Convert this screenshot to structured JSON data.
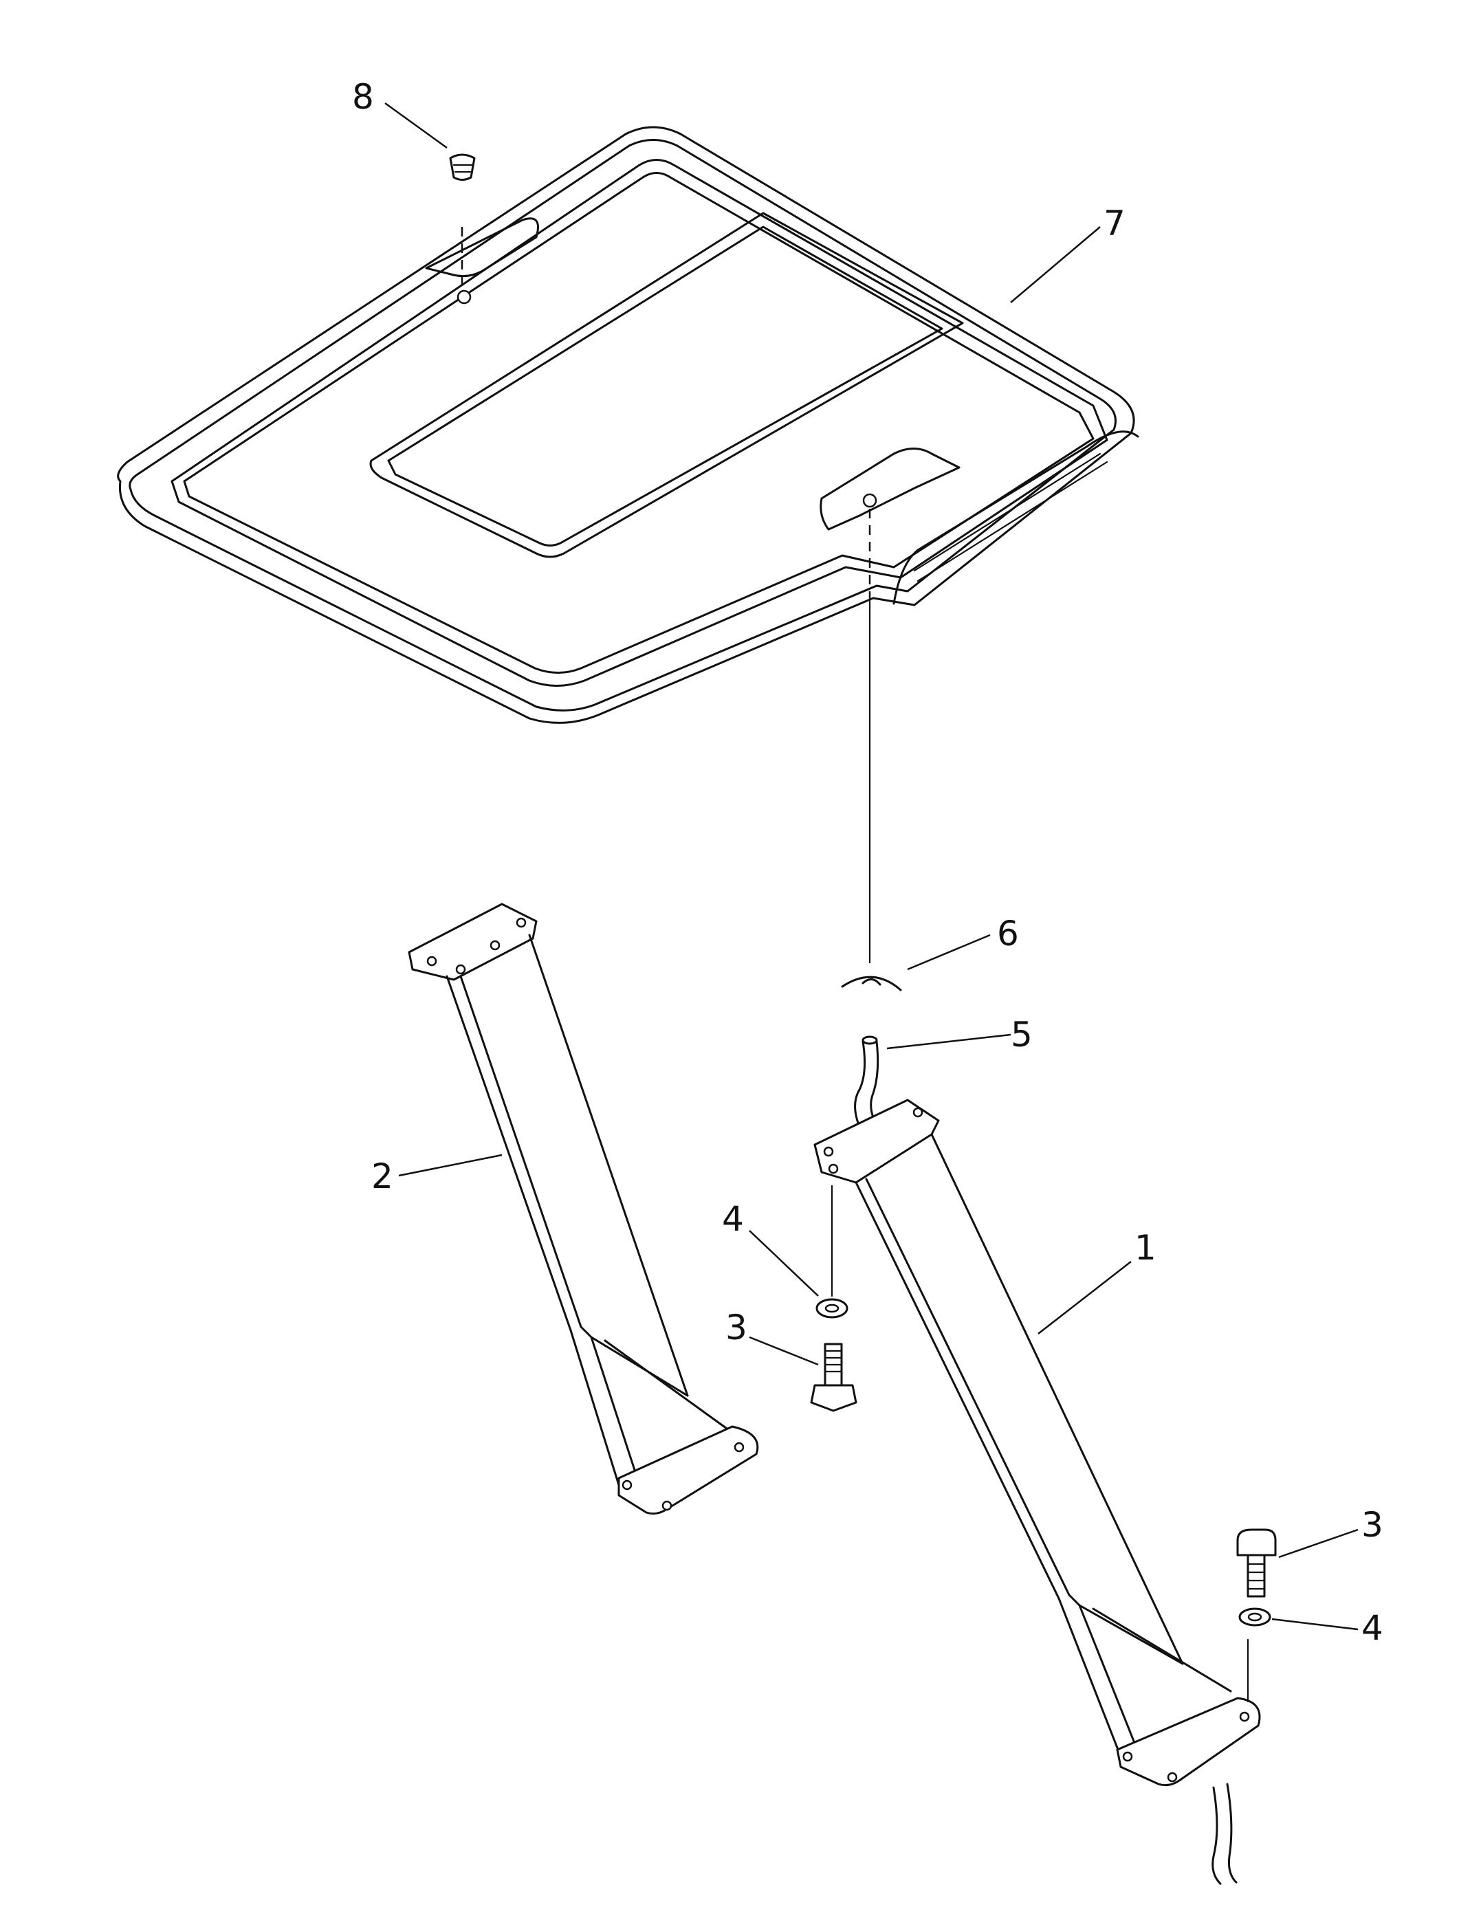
{
  "callouts": [
    {
      "id": "part-1",
      "label": "1"
    },
    {
      "id": "part-2",
      "label": "2"
    },
    {
      "id": "part-3a",
      "label": "3"
    },
    {
      "id": "part-3b",
      "label": "3"
    },
    {
      "id": "part-4a",
      "label": "4"
    },
    {
      "id": "part-4b",
      "label": "4"
    },
    {
      "id": "part-5",
      "label": "5"
    },
    {
      "id": "part-6",
      "label": "6"
    },
    {
      "id": "part-7",
      "label": "7"
    },
    {
      "id": "part-8",
      "label": "8"
    }
  ]
}
